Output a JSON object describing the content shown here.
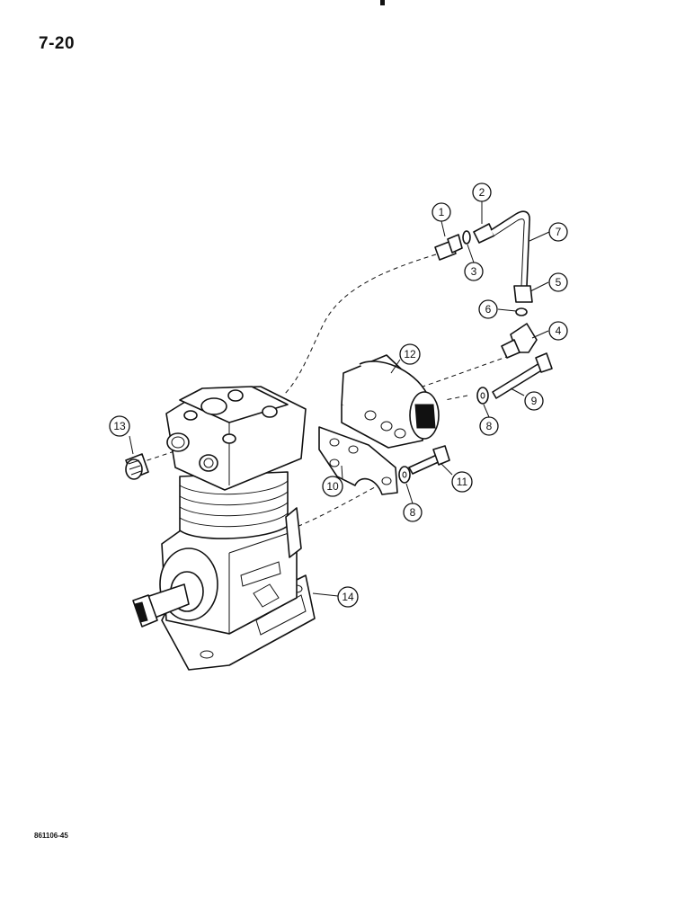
{
  "page": {
    "number": "7-20",
    "figure_code": "861106-45"
  },
  "callouts": [
    {
      "id": "c1",
      "label": "1"
    },
    {
      "id": "c2",
      "label": "2"
    },
    {
      "id": "c3",
      "label": "3"
    },
    {
      "id": "c4",
      "label": "4"
    },
    {
      "id": "c5",
      "label": "5"
    },
    {
      "id": "c6",
      "label": "6"
    },
    {
      "id": "c7",
      "label": "7"
    },
    {
      "id": "c8a",
      "label": "8"
    },
    {
      "id": "c8b",
      "label": "8"
    },
    {
      "id": "c9",
      "label": "9"
    },
    {
      "id": "c10",
      "label": "10"
    },
    {
      "id": "c11",
      "label": "11"
    },
    {
      "id": "c12",
      "label": "12"
    },
    {
      "id": "c13",
      "label": "13"
    },
    {
      "id": "c14",
      "label": "14"
    }
  ]
}
